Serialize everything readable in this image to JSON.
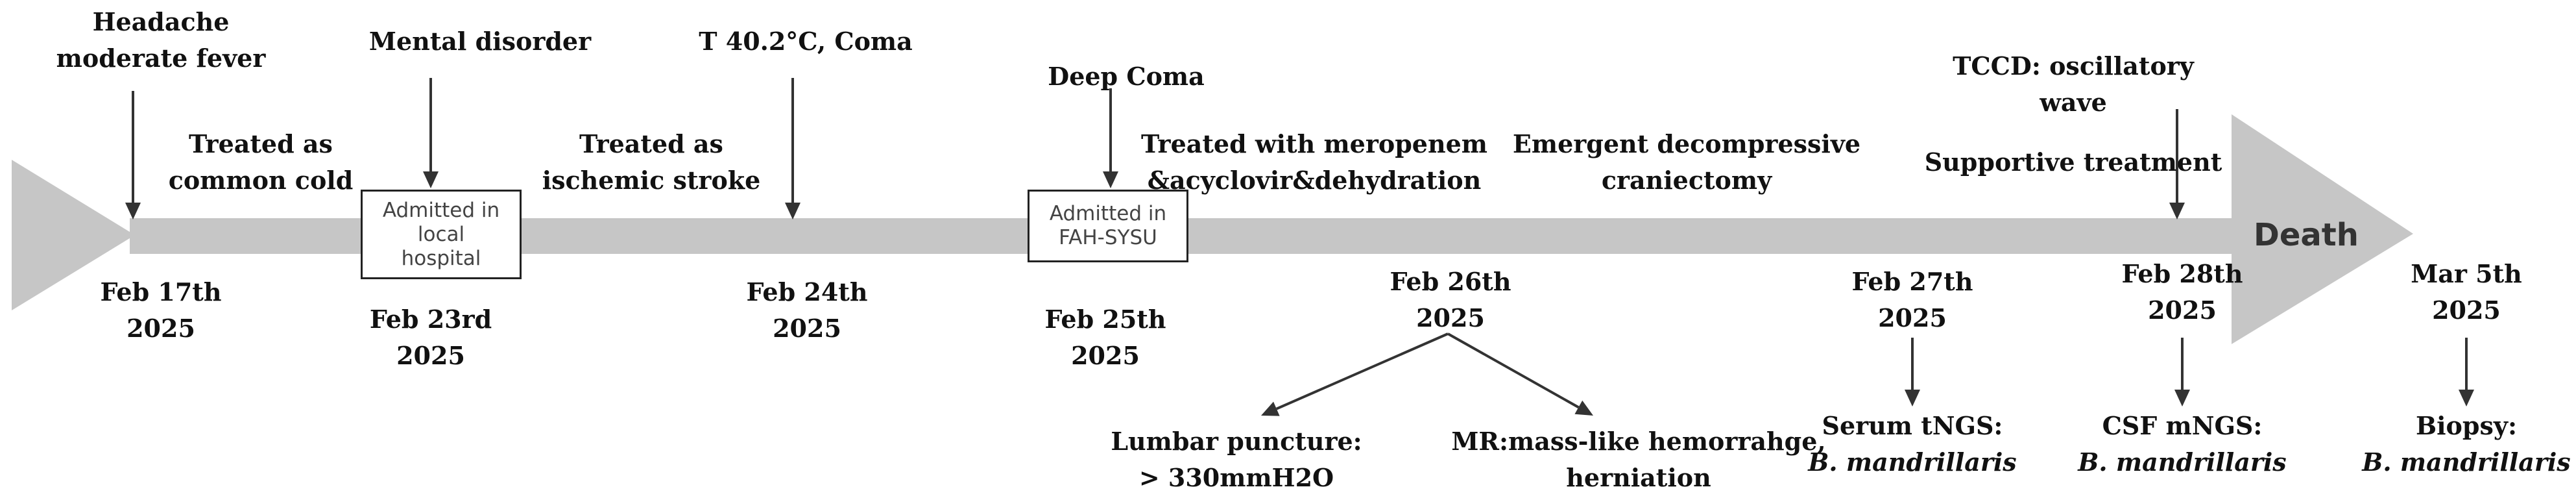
{
  "colors": {
    "timeline": "#c6c6c6",
    "arrow": "#333333",
    "text": "#111111",
    "box_text": "#444444"
  },
  "events_above": [
    {
      "lines": [
        "Headache",
        "moderate fever"
      ]
    },
    {
      "lines": [
        "Mental disorder"
      ]
    },
    {
      "lines": [
        "T 40.2°C, Coma"
      ]
    },
    {
      "lines": [
        "Deep Coma"
      ]
    },
    {
      "lines": [
        "TCCD: oscillatory",
        "wave"
      ]
    }
  ],
  "treatments": [
    {
      "lines": [
        "Treated as",
        "common cold"
      ]
    },
    {
      "lines": [
        "Treated as",
        "ischemic stroke"
      ]
    },
    {
      "lines": [
        "Treated with meropenem",
        "&acyclovir&dehydration"
      ]
    },
    {
      "lines": [
        "Emergent decompressive",
        "craniectomy"
      ]
    },
    {
      "lines": [
        "Supportive treatment"
      ]
    }
  ],
  "boxes": [
    {
      "lines": [
        "Admitted in",
        "local",
        "hospital"
      ]
    },
    {
      "lines": [
        "Admitted in",
        "FAH-SYSU"
      ]
    }
  ],
  "dates": [
    {
      "lines": [
        "Feb 17th",
        "2025"
      ]
    },
    {
      "lines": [
        "Feb 23rd",
        "2025"
      ]
    },
    {
      "lines": [
        "Feb 24th",
        "2025"
      ]
    },
    {
      "lines": [
        "Feb 25th",
        "2025"
      ]
    },
    {
      "lines": [
        "Feb 26th",
        "2025"
      ]
    },
    {
      "lines": [
        "Feb 27th",
        "2025"
      ]
    },
    {
      "lines": [
        "Feb 28th",
        "2025"
      ]
    },
    {
      "lines": [
        "Mar 5th",
        "2025"
      ]
    }
  ],
  "findings": [
    {
      "lines": [
        "Lumbar puncture:",
        "> 330mmH2O"
      ]
    },
    {
      "lines": [
        "MR:mass-like hemorrahge,",
        "herniation"
      ]
    },
    {
      "lines": [
        "Serum tNGS:",
        "B. mandrillaris"
      ]
    },
    {
      "lines": [
        "CSF mNGS:",
        "B. mandrillaris"
      ]
    },
    {
      "lines": [
        "Biopsy:",
        "B. mandrillaris"
      ]
    }
  ],
  "death_label": "Death"
}
